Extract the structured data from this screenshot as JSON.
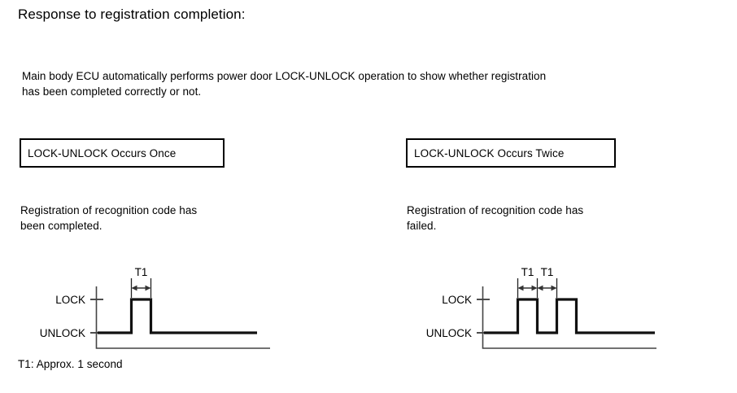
{
  "document": {
    "title": "Response to registration completion:",
    "intro": {
      "line1": "Main body ECU automatically performs power door LOCK-UNLOCK operation to show whether registration",
      "line2": "has been completed correctly or not."
    },
    "footnote": "T1: Approx. 1 second"
  },
  "colors": {
    "ink": "#000000",
    "trace": "#111111",
    "axis": "#444444",
    "background": "#ffffff"
  },
  "cases": [
    {
      "id": "once",
      "box_label": "LOCK-UNLOCK Occurs Once",
      "caption_line1": "Registration of recognition code has",
      "caption_line2": "been completed.",
      "chart_data": {
        "type": "line",
        "title": "LOCK-UNLOCK Occurs Once",
        "ylabel": "",
        "xlabel": "",
        "states": [
          "UNLOCK",
          "LOCK"
        ],
        "axis_labels": [
          "LOCK",
          "UNLOCK"
        ],
        "pulse_count": 1,
        "dimension_label": "T1",
        "dimension_count": 1,
        "dimension_labels": [
          "T1"
        ],
        "dimension_value": "Approx. 1 second",
        "points": [
          {
            "t": 0,
            "state": "UNLOCK"
          },
          {
            "t": 1,
            "state": "LOCK"
          },
          {
            "t": 2,
            "state": "LOCK"
          },
          {
            "t": 3,
            "state": "UNLOCK"
          },
          {
            "t": 10,
            "state": "UNLOCK"
          }
        ]
      }
    },
    {
      "id": "twice",
      "box_label": "LOCK-UNLOCK Occurs Twice",
      "caption_line1": "Registration of recognition code has",
      "caption_line2": "failed.",
      "chart_data": {
        "type": "line",
        "title": "LOCK-UNLOCK Occurs Twice",
        "ylabel": "",
        "xlabel": "",
        "states": [
          "UNLOCK",
          "LOCK"
        ],
        "axis_labels": [
          "LOCK",
          "UNLOCK"
        ],
        "pulse_count": 2,
        "dimension_label": "T1",
        "dimension_count": 2,
        "dimension_labels": [
          "T1",
          "T1"
        ],
        "dimension_value": "Approx. 1 second",
        "points": [
          {
            "t": 0,
            "state": "UNLOCK"
          },
          {
            "t": 1,
            "state": "LOCK"
          },
          {
            "t": 2,
            "state": "LOCK"
          },
          {
            "t": 3,
            "state": "UNLOCK"
          },
          {
            "t": 4,
            "state": "UNLOCK"
          },
          {
            "t": 5,
            "state": "LOCK"
          },
          {
            "t": 6,
            "state": "LOCK"
          },
          {
            "t": 7,
            "state": "UNLOCK"
          },
          {
            "t": 12,
            "state": "UNLOCK"
          }
        ]
      }
    }
  ]
}
